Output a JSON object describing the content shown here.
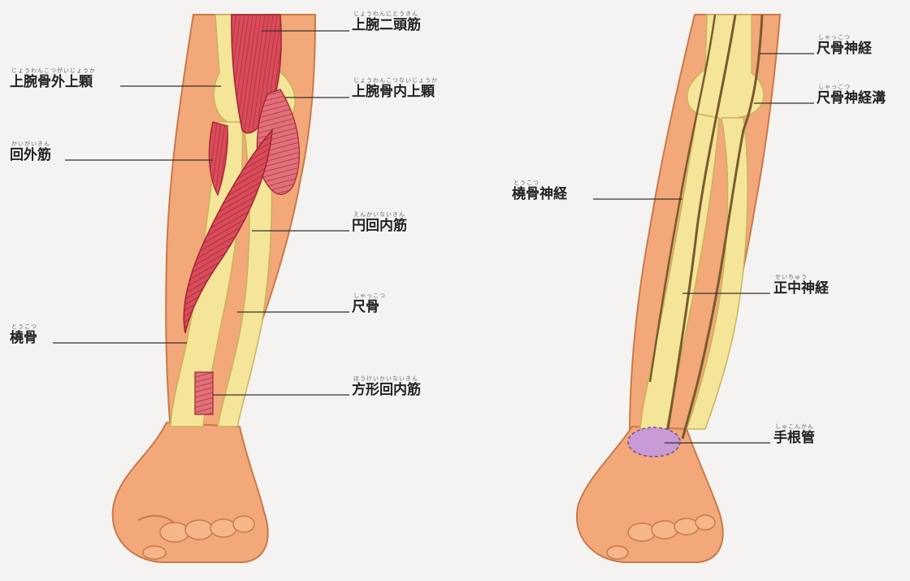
{
  "labels": {
    "biceps": {
      "text": "上腕二頭筋",
      "ruby": "じょうわんにとうきん"
    },
    "lateral_epicondyle": {
      "text": "上腕骨外上顆",
      "ruby": "じょうわんこつがいじょうか"
    },
    "medial_epicondyle": {
      "text": "上腕骨内上顆",
      "ruby": "じょうわんこつないじょうか"
    },
    "supinator": {
      "text": "回外筋",
      "ruby": "かいがいきん"
    },
    "pronator_teres": {
      "text": "円回内筋",
      "ruby": "えんかいないきん"
    },
    "ulna": {
      "text": "尺骨",
      "ruby": "しゃっこつ"
    },
    "radius": {
      "text": "橈骨",
      "ruby": "とうこつ"
    },
    "pronator_quadratus": {
      "text": "方形回内筋",
      "ruby": "ほうけいかいないきん"
    },
    "ulnar_nerve": {
      "text": "尺骨神経",
      "ruby": "しゃっこつ"
    },
    "ulnar_groove": {
      "text": "尺骨神経溝",
      "ruby": "しゃっこつ"
    },
    "radial_nerve": {
      "text": "橈骨神経",
      "ruby": "とうこつ"
    },
    "median_nerve": {
      "text": "正中神経",
      "ruby": "せいちゅう"
    },
    "carpal_tunnel": {
      "text": "手根管",
      "ruby": "しゅこんかん"
    }
  },
  "colors": {
    "skin": "#f2a878",
    "skin_shadow": "#dc8a5a",
    "bone": "#f4e598",
    "muscle": "#d94c5a",
    "muscle_dark": "#b32d3d",
    "nerve": "#8a6a3a",
    "carpal_tunnel": "#c89ad6",
    "leader": "#333333"
  }
}
